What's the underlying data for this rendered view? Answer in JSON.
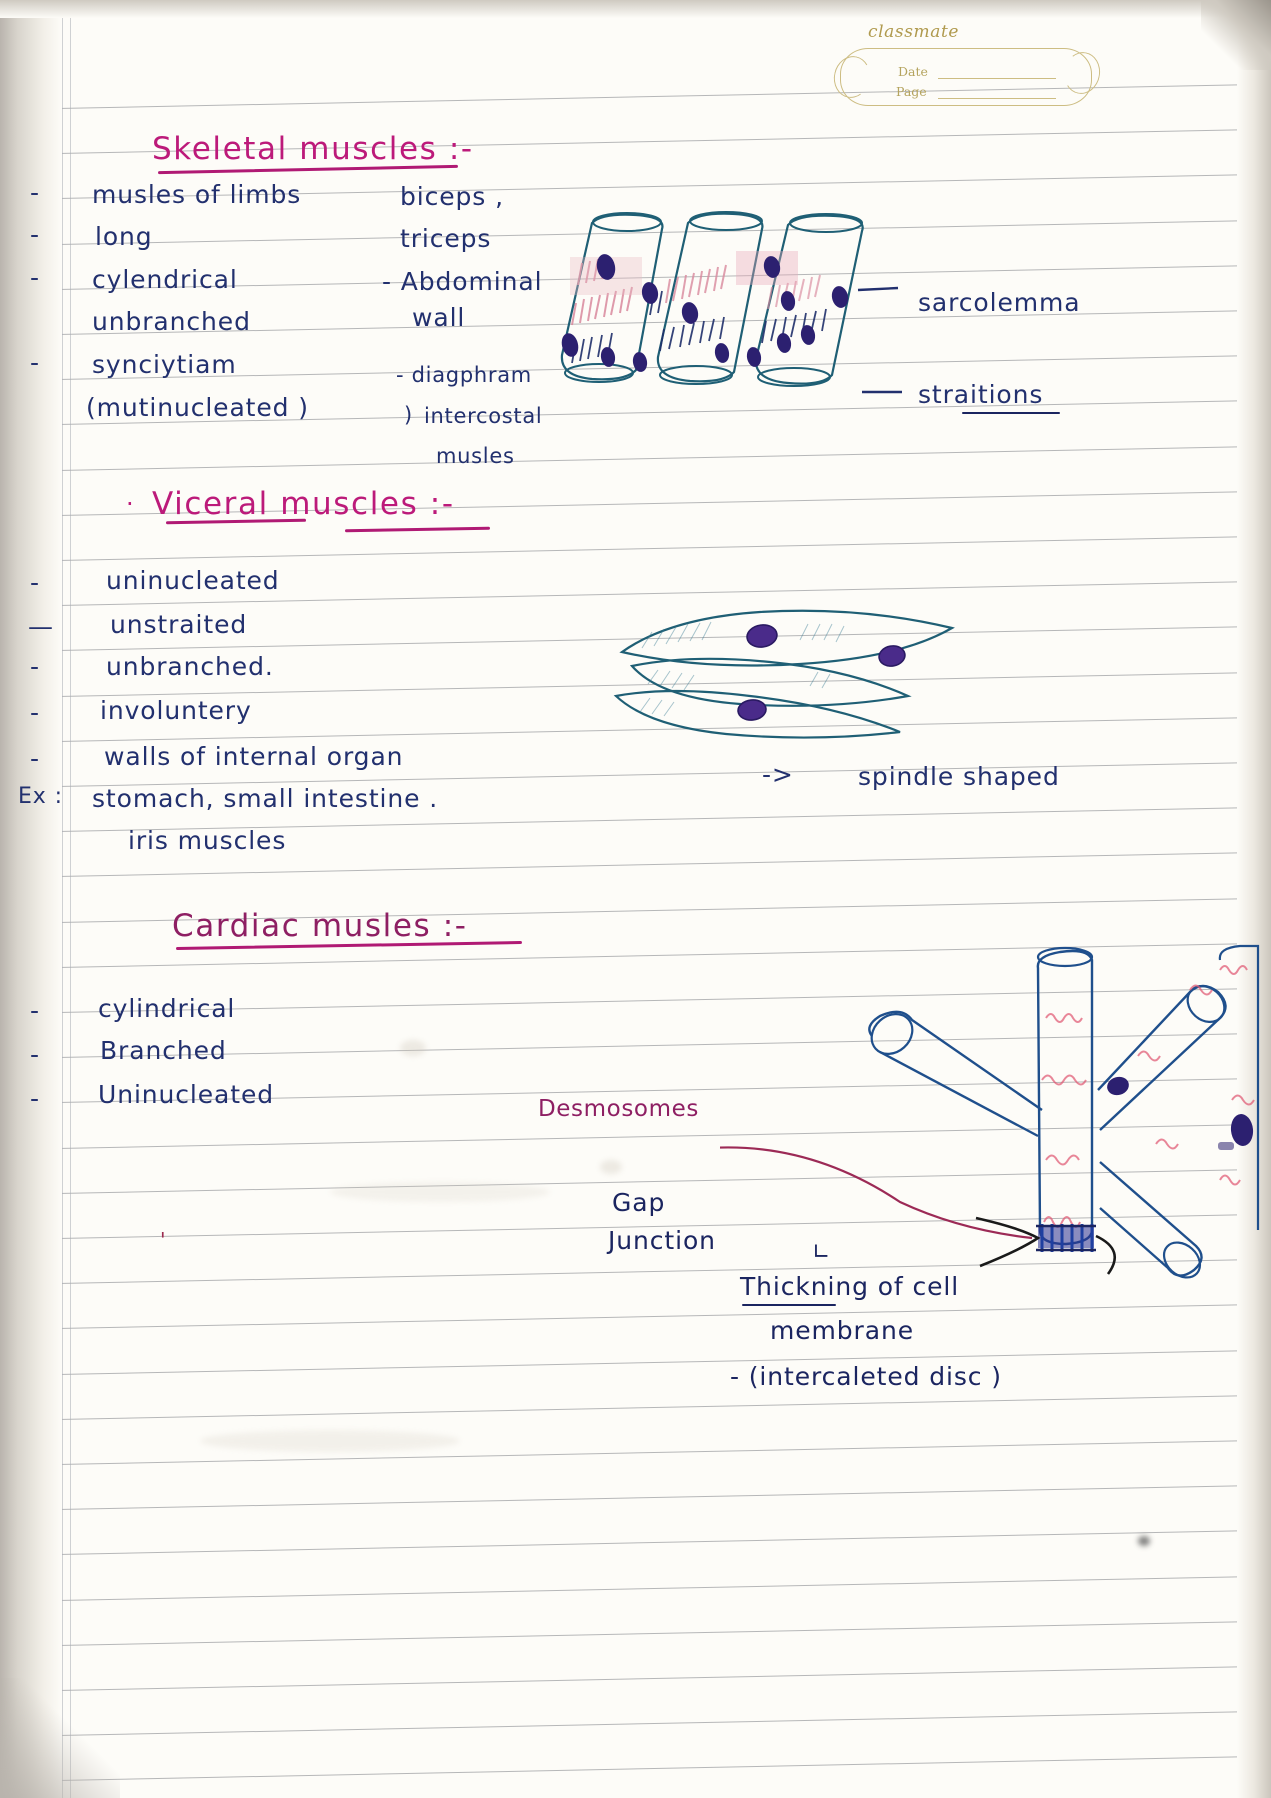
{
  "page": {
    "brand": "classmate",
    "date_label": "Date",
    "page_label": "Page"
  },
  "sections": [
    {
      "id": "skeletal",
      "heading": "Skeletal muscles :-",
      "heading_color": "#bc1a7a",
      "left_column": [
        "musles of limbs",
        "long",
        "cylendrical",
        "unbranched",
        "synciytiam",
        "(mutinucleated )"
      ],
      "right_column": [
        "biceps ,",
        "triceps",
        "- Abdominal",
        "wall",
        "- diagphram",
        "intercostal",
        "musles"
      ],
      "diagram_labels": [
        "sarcolemma",
        "straitions"
      ]
    },
    {
      "id": "visceral",
      "heading": "Viceral muscles :-",
      "heading_color": "#bc1a7a",
      "bullets": [
        "uninucleated",
        "unstraited",
        "unbranched.",
        "involuntery",
        "walls of internal organ"
      ],
      "example_prefix": "Ex :",
      "examples": [
        "stomach, small intestine .",
        "iris muscles"
      ],
      "diagram_labels": [
        "spindle shaped"
      ],
      "arrow": "->"
    },
    {
      "id": "cardiac",
      "heading": "Cardiac musles :-",
      "heading_color": "#bc1a7a",
      "bullets": [
        "cylindrical",
        "Branched",
        "Uninucleated"
      ],
      "diagram_labels": [
        "Desmosomes",
        "Gap",
        "Junction",
        "Thickning of cell",
        "membrane",
        "- (intercaleted disc )"
      ]
    }
  ],
  "colors": {
    "ink_blue": "#22306e",
    "heading_magenta": "#bc1a7a",
    "label_crimson": "#9c2a4e",
    "diagram_teal": "#1f5f75",
    "striation_pink": "#d98a9e",
    "nucleus_purple": "#3b2d7a",
    "paper": "#fdfcf8",
    "rule_line": "#8b8d92"
  }
}
